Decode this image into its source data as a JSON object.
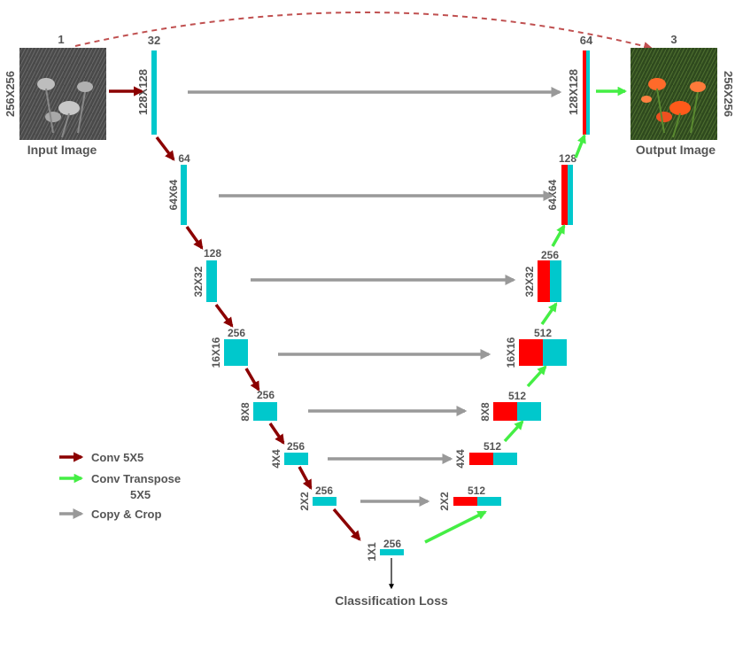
{
  "images": {
    "input": {
      "caption": "Input Image",
      "channels": "1",
      "size": "256X256"
    },
    "output": {
      "caption": "Output Image",
      "channels": "3",
      "size": "256X256"
    }
  },
  "encoder": [
    {
      "size": "128X128",
      "channels": "32"
    },
    {
      "size": "64X64",
      "channels": "64"
    },
    {
      "size": "32X32",
      "channels": "128"
    },
    {
      "size": "16X16",
      "channels": "256"
    },
    {
      "size": "8X8",
      "channels": "256"
    },
    {
      "size": "4X4",
      "channels": "256"
    },
    {
      "size": "2X2",
      "channels": "256"
    },
    {
      "size": "1X1",
      "channels": "256"
    }
  ],
  "decoder": [
    {
      "size": "128X128",
      "channels": "64"
    },
    {
      "size": "64X64",
      "channels": "128"
    },
    {
      "size": "32X32",
      "channels": "256"
    },
    {
      "size": "16X16",
      "channels": "512"
    },
    {
      "size": "8X8",
      "channels": "512"
    },
    {
      "size": "4X4",
      "channels": "512"
    },
    {
      "size": "2X2",
      "channels": "512"
    }
  ],
  "loss_label": "Classification Loss",
  "legend": {
    "conv": "Conv 5X5",
    "conv_transpose_line1": "Conv Transpose",
    "conv_transpose_line2": "5X5",
    "copy_crop": "Copy & Crop"
  },
  "colors": {
    "encoder_block": "#00c8cc",
    "decoder_concat": "#ff0000",
    "conv_arrow": "#8b0000",
    "conv_transpose_arrow": "#44ee44",
    "copy_crop_arrow": "#999999",
    "skip_dashed": "#c05050",
    "text": "#555555"
  }
}
